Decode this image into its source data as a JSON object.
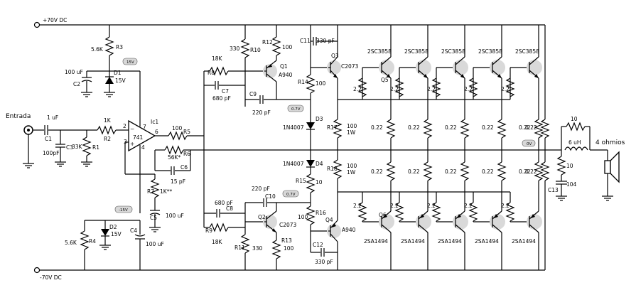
{
  "rails": {
    "positive": "+70V DC",
    "negative": "-70V DC"
  },
  "input": {
    "label": "Entrada"
  },
  "output": {
    "label": "4 ohmios"
  },
  "voltage_tags": {
    "v15": "15V",
    "vm15": "-15V",
    "v07a": "0.7V",
    "v07b": "0.7V",
    "v0": "0V"
  },
  "ic": {
    "name": "741",
    "ref": "Ic1",
    "pins": [
      "2",
      "3",
      "6",
      "7",
      "4"
    ]
  },
  "labels": {
    "c1_val": "1 uF",
    "c1_ref": "C1",
    "c3_val": "100pF",
    "c3_ref": "C3",
    "r1_val": "33K",
    "r1_ref": "R1",
    "r2_val": "1K",
    "r2_ref": "R2",
    "r3_val": "5.6K",
    "r3_ref": "R3",
    "r4_val": "5.6K",
    "r4_ref": "R4",
    "c2_val": "100 uF",
    "c2_ref": "C2",
    "d1_val": "15V",
    "d1_ref": "D1",
    "d2_val": "15V",
    "d2_ref": "D2",
    "c4_val": "100 uF",
    "c4_ref": "C4",
    "r5_val": "100",
    "r5_ref": "R5",
    "r6_val": "56K*",
    "r6_ref": "R6",
    "c6_val": "15 pF",
    "c6_ref": "C6",
    "r7_val": "1K**",
    "r7_ref": "R7",
    "c5_val": "100 uF",
    "c5_ref": "C5",
    "r8_val": "18K",
    "r8_ref": "R8",
    "c7_val": "680 pF",
    "c7_ref": "C7",
    "r9_val": "18K",
    "r9_ref": "R9",
    "c8_val": "680 pF",
    "c8_ref": "C8",
    "r10_val": "330",
    "r10_ref": "R10",
    "r11_val": "330",
    "r11_ref": "R11",
    "r12_val": "100",
    "r12_ref": "R12",
    "r13_val": "100",
    "r13_ref": "R13",
    "q1_ref": "Q1",
    "q1_part": "A940",
    "q2_ref": "Q2",
    "q2_part": "C2073",
    "q3_ref": "Q3",
    "q3_part": "C2073",
    "q4_ref": "Q4",
    "q4_part": "A940",
    "c9_val": "220 pF",
    "c9_ref": "C9",
    "c10_val": "220 pF",
    "c10_ref": "C10",
    "c11_val": "330 pF",
    "c11_ref": "C11",
    "c12_val": "330 pF",
    "c12_ref": "C12",
    "r14_val": "100",
    "r14_ref": "R14",
    "r15_val": "10",
    "r15_ref": "R15",
    "r16_val": "100",
    "r16_ref": "R16",
    "r17_ref": "R17",
    "r17_val": "100",
    "r17_w": "1W",
    "r18_ref": "R18",
    "r18_val": "100",
    "r18_w": "1W",
    "d3_ref": "D3",
    "d3_part": "1N4007",
    "d4_ref": "D4",
    "d4_part": "1N4007",
    "q5_ref": "Q5",
    "q6_ref": "Q6",
    "l_val": "6 uH",
    "r_l_val": "10",
    "zob_r": "10",
    "zob_c": "104",
    "zob_cref": "C13"
  },
  "npn_outputs": [
    "2SC3858",
    "2SC3858",
    "2SC3858",
    "2SC3858",
    "2SC3858"
  ],
  "pnp_outputs": [
    "2SA1494",
    "2SA1494",
    "2SA1494",
    "2SA1494",
    "2SA1494"
  ],
  "base_res": "2.2",
  "emitter_res": "0.22"
}
